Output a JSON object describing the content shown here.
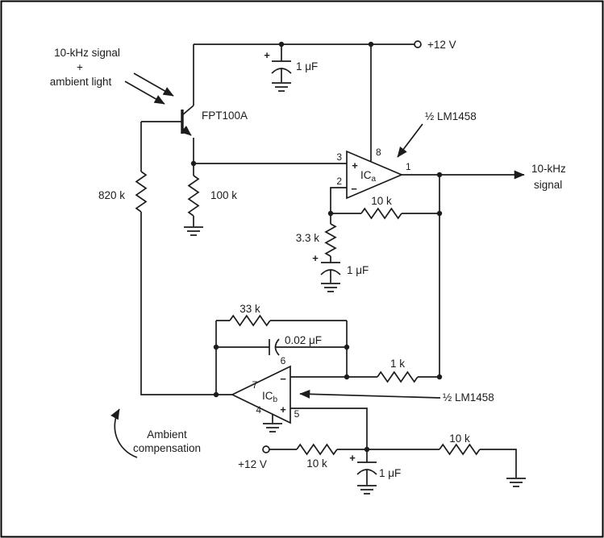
{
  "colors": {
    "ink": "#1c1c1c",
    "background": "#ffffff"
  },
  "supplies": {
    "top": "+12 V",
    "bottom": "+12 V"
  },
  "annotations": {
    "input_line1": "10-kHz signal",
    "input_plus": "+",
    "input_line2": "ambient light",
    "output_line1": "10-kHz",
    "output_line2": "signal",
    "opamp_note": "½ LM1458",
    "ambient_line1": "Ambient",
    "ambient_line2": "compensation"
  },
  "components": {
    "transistor": "FPT100A",
    "r_820k": "820 k",
    "r_100k": "100 k",
    "r_3p3k": "3.3 k",
    "r_10k_feedback": "10 k",
    "r_33k": "33 k",
    "r_1k": "1 k",
    "r_10k_bias_left": "10 k",
    "r_10k_bias_right": "10 k",
    "c_top": "1 μF",
    "c_mid": "1 μF",
    "c_bottom": "1 μF",
    "c_feedback": "0.02 μF",
    "polarity_plus": "+"
  },
  "ica": {
    "name": "IC",
    "sub": "a",
    "pin_in_top": "3",
    "pin_in_bottom": "2",
    "pin_vplus": "8",
    "pin_out": "1",
    "sign_top": "+",
    "sign_bottom": "−"
  },
  "icb": {
    "name": "IC",
    "sub": "b",
    "pin_in_top": "6",
    "pin_in_bottom": "5",
    "pin_gnd": "4",
    "pin_out": "7",
    "sign_top": "−",
    "sign_bottom": "+"
  }
}
